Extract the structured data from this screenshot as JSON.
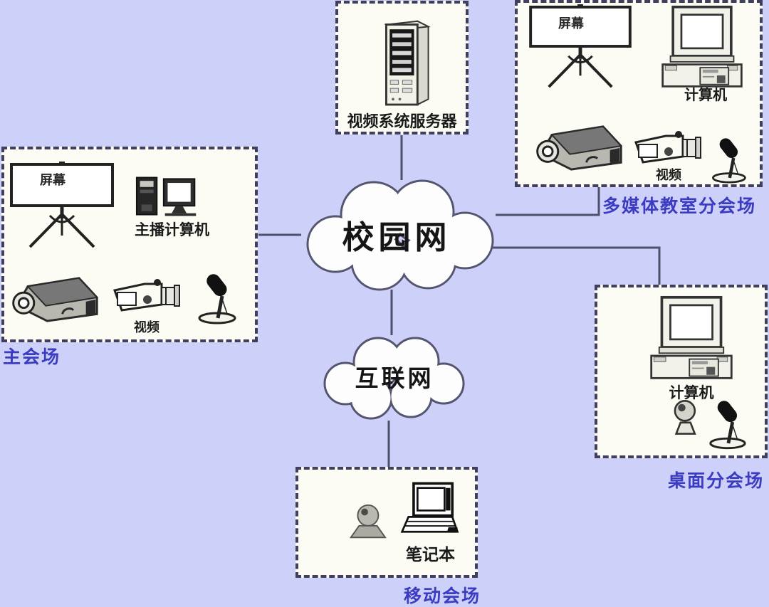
{
  "clouds": {
    "campus": {
      "label": "校园网"
    },
    "internet": {
      "label": "互联网"
    }
  },
  "server": {
    "label": "视频系统服务器"
  },
  "venues": {
    "main": {
      "caption": "主会场",
      "screen": "屏幕",
      "computer": "主播计算机",
      "camera": "视频"
    },
    "classroom": {
      "caption": "多媒体教室分会场",
      "screen": "屏幕",
      "computer": "计算机",
      "camera": "视频"
    },
    "desktop": {
      "caption": "桌面分会场",
      "computer": "计算机"
    },
    "mobile": {
      "caption": "移动会场",
      "laptop": "笔记本"
    }
  },
  "colors": {
    "background": "#cdd0f8",
    "box_fill": "#fcfcf4",
    "border": "#40405e",
    "wire": "#50506e",
    "caption": "#3b3cc2",
    "label": "#1a1a1a"
  }
}
